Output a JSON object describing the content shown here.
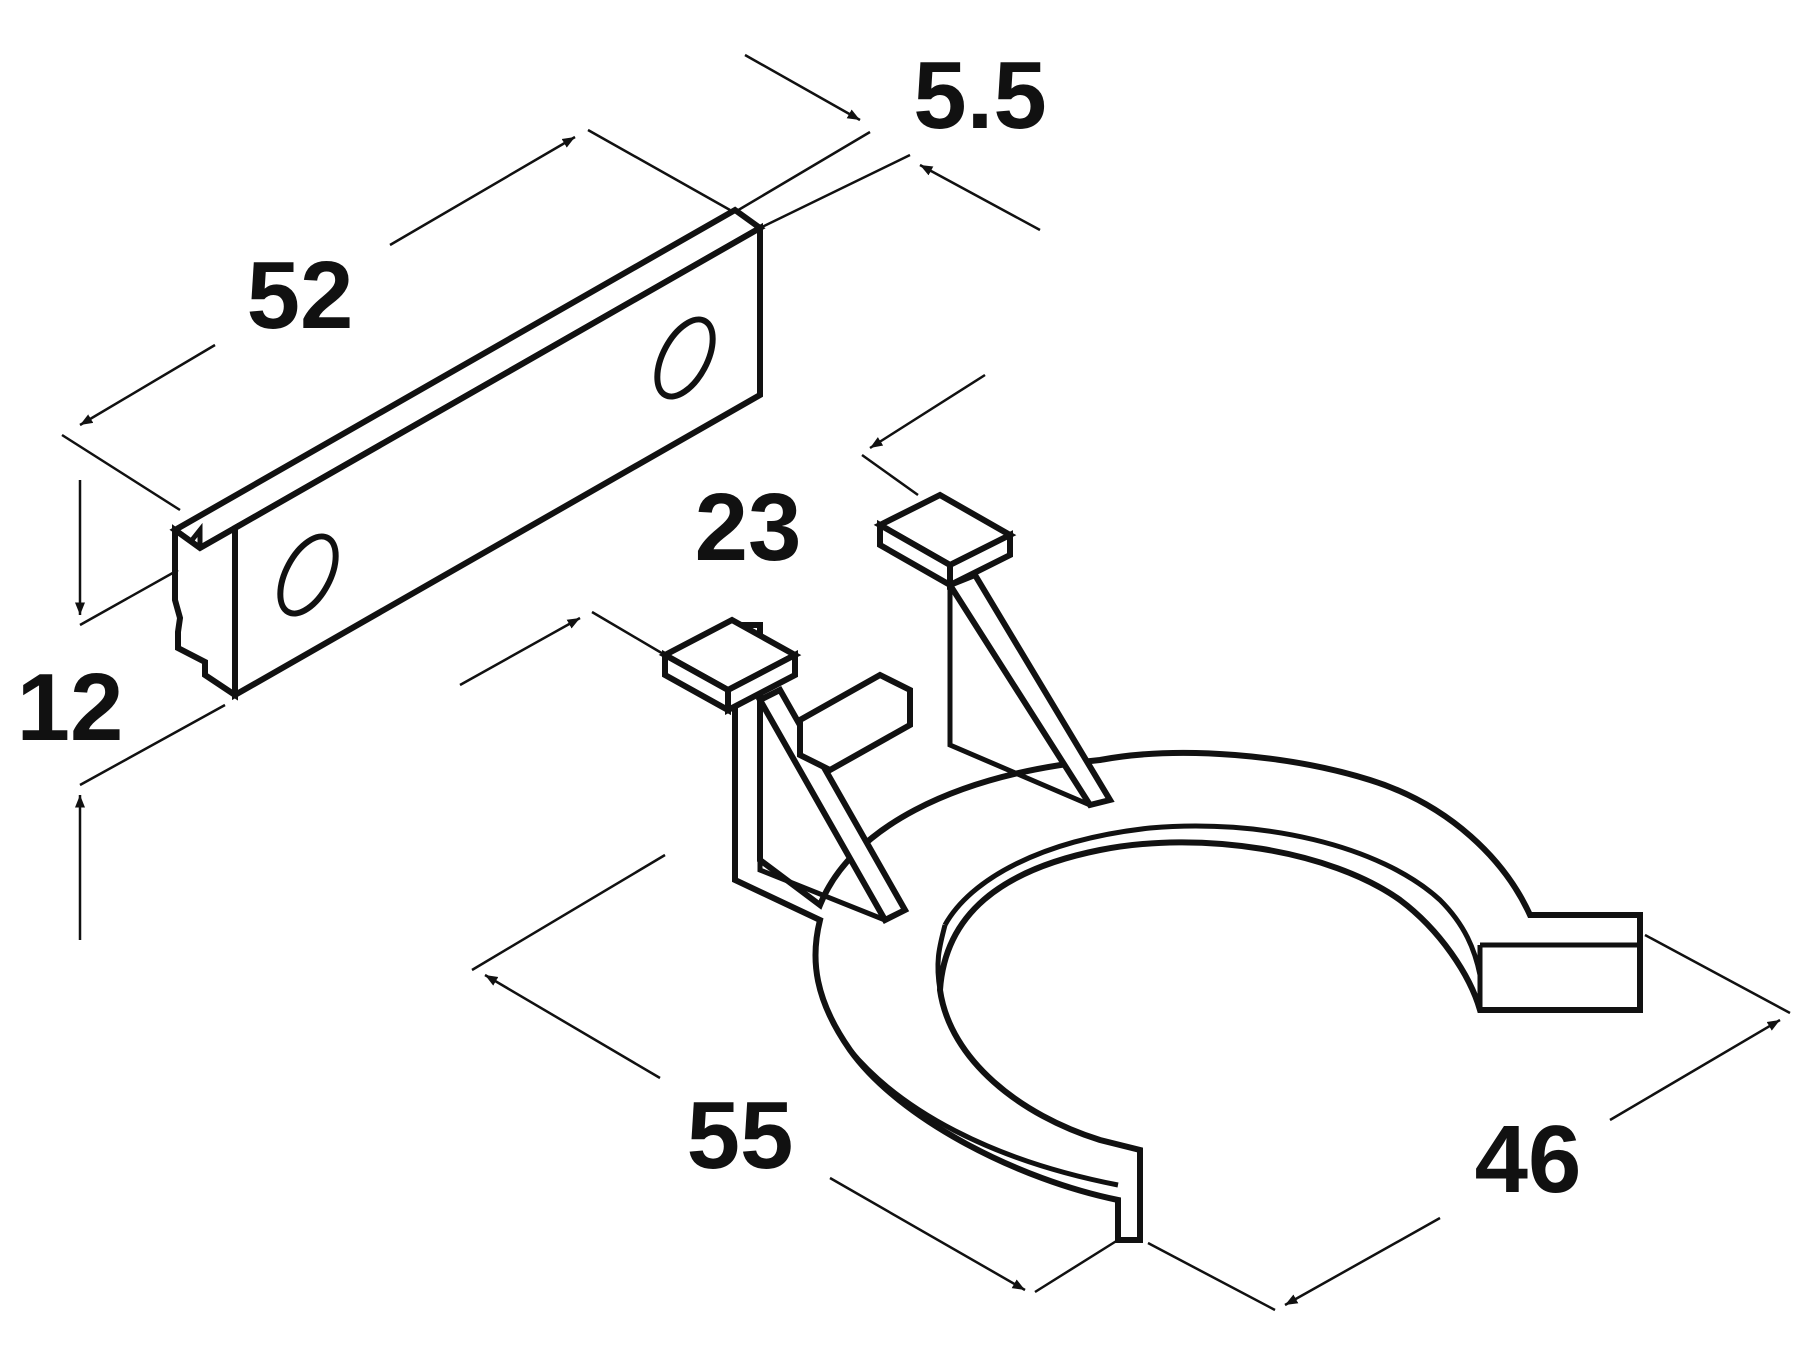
{
  "dimensions": {
    "length_label": "52",
    "thickness_label": "5.5",
    "height_label": "12",
    "clip_depth_label": "23",
    "clip_width_label": "55",
    "ring_width_label": "46"
  },
  "colors": {
    "line": "#111111",
    "background": "#ffffff"
  }
}
